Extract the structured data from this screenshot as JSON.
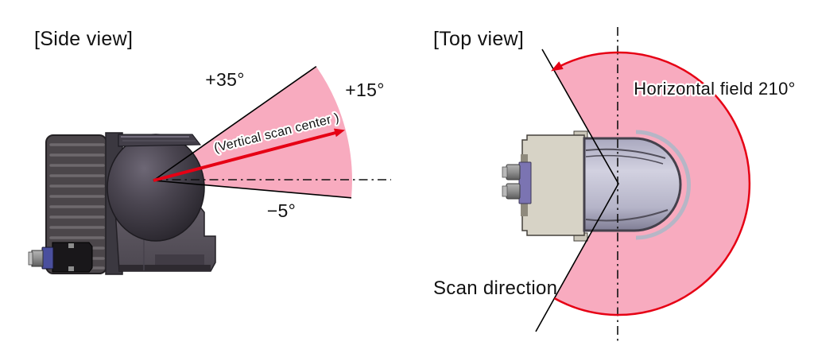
{
  "side_view": {
    "title": "[Side view]",
    "upper_angle_label": "+35°",
    "center_angle_label": "+15°",
    "lower_angle_label": "−5°",
    "scan_center_label": "(Vertical scan center )"
  },
  "top_view": {
    "title": "[Top view]",
    "field_label": "Horizontal field 210°",
    "scan_direction_label": "Scan direction"
  },
  "values": {
    "vertical_field_upper_deg": 35,
    "vertical_field_lower_deg": -5,
    "vertical_scan_center_deg": 15,
    "horizontal_field_deg": 210
  },
  "colors": {
    "field_fill_pink": "#F8ABBF",
    "scan_red": "#E60014",
    "outline_black": "#000000"
  }
}
